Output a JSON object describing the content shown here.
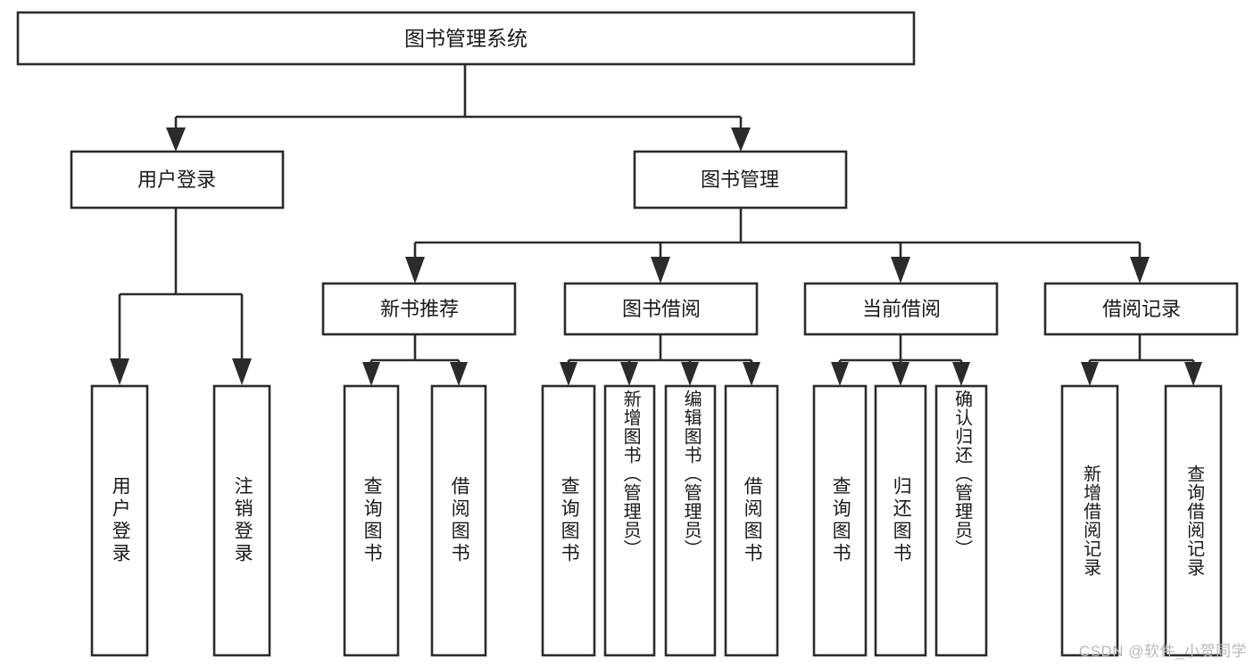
{
  "diagram": {
    "title": "图书管理系统",
    "type": "tree-hierarchy-functional-decomposition",
    "watermark": "CSDN @软件_小贺同学",
    "colors": {
      "stroke": "#2b2b2b",
      "box_fill": "#ffffff",
      "text": "#1a1a1a",
      "background": "#ffffff",
      "watermark": "#b9b9b9"
    },
    "root": {
      "id": "root",
      "label": "图书管理系统"
    },
    "level2": [
      {
        "id": "user-login",
        "label": "用户登录"
      },
      {
        "id": "book-management",
        "label": "图书管理"
      }
    ],
    "level3": [
      {
        "id": "new-book-recommend",
        "label": "新书推荐",
        "parent": "book-management"
      },
      {
        "id": "book-borrow",
        "label": "图书借阅",
        "parent": "book-management"
      },
      {
        "id": "current-borrow",
        "label": "当前借阅",
        "parent": "book-management"
      },
      {
        "id": "borrow-record",
        "label": "借阅记录",
        "parent": "book-management"
      }
    ],
    "leaves": [
      {
        "id": "leaf-user-login",
        "label": "用户登录",
        "parent": "user-login"
      },
      {
        "id": "leaf-logout-login",
        "label": "注销登录",
        "parent": "user-login"
      },
      {
        "id": "leaf-query-book-1",
        "label": "查询图书",
        "parent": "new-book-recommend"
      },
      {
        "id": "leaf-borrow-book-1",
        "label": "借阅图书",
        "parent": "new-book-recommend"
      },
      {
        "id": "leaf-query-book-2",
        "label": "查询图书",
        "parent": "book-borrow"
      },
      {
        "id": "leaf-add-book-admin",
        "label": "新增图书（管理员）",
        "parent": "book-borrow"
      },
      {
        "id": "leaf-edit-book-admin",
        "label": "编辑图书（管理员）",
        "parent": "book-borrow"
      },
      {
        "id": "leaf-borrow-book-2",
        "label": "借阅图书",
        "parent": "book-borrow"
      },
      {
        "id": "leaf-query-book-3",
        "label": "查询图书",
        "parent": "current-borrow"
      },
      {
        "id": "leaf-return-book",
        "label": "归还图书",
        "parent": "current-borrow"
      },
      {
        "id": "leaf-confirm-return",
        "label": "确认归还（管理员）",
        "parent": "current-borrow"
      },
      {
        "id": "leaf-add-borrow-rec",
        "label": "新增借阅记录",
        "parent": "borrow-record"
      },
      {
        "id": "leaf-query-borrow-rec",
        "label": "查询借阅记录",
        "parent": "borrow-record"
      }
    ]
  }
}
